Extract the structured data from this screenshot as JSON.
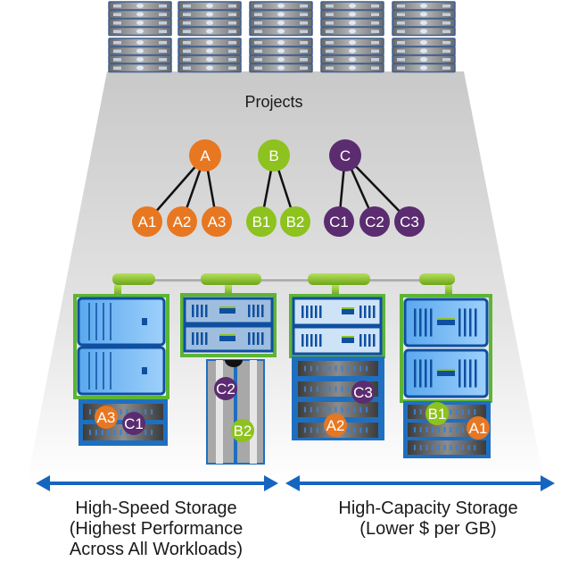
{
  "diagram": {
    "title": "Projects",
    "colors": {
      "orange": "#E87722",
      "green": "#8DC21F",
      "purple": "#5B2C6F",
      "storage_blue": "#1F6FC0",
      "storage_border": "#5DB534",
      "arrow_blue": "#1565C0",
      "server_blue": "#4A6A9A"
    },
    "server_racks_top": {
      "columns": 5,
      "stacks_per_column": 2,
      "units_per_stack": 4
    },
    "projects": [
      {
        "id": "A",
        "color": "orange",
        "children": [
          "A1",
          "A2",
          "A3"
        ]
      },
      {
        "id": "B",
        "color": "green",
        "children": [
          "B1",
          "B2"
        ]
      },
      {
        "id": "C",
        "color": "purple",
        "children": [
          "C1",
          "C2",
          "C3"
        ]
      }
    ],
    "storage_systems": [
      {
        "name": "storage-1",
        "tier": "high-speed",
        "placed": [
          {
            "label": "A3",
            "color": "orange"
          },
          {
            "label": "C1",
            "color": "purple"
          }
        ]
      },
      {
        "name": "storage-2",
        "tier": "high-speed",
        "placed": [
          {
            "label": "C2",
            "color": "purple"
          },
          {
            "label": "B2",
            "color": "green"
          }
        ]
      },
      {
        "name": "storage-3",
        "tier": "high-capacity",
        "placed": [
          {
            "label": "C3",
            "color": "purple"
          },
          {
            "label": "A2",
            "color": "orange"
          }
        ]
      },
      {
        "name": "storage-4",
        "tier": "high-capacity",
        "placed": [
          {
            "label": "B1",
            "color": "green"
          },
          {
            "label": "A1",
            "color": "orange"
          }
        ]
      }
    ],
    "tiers": {
      "high_speed": {
        "line1": "High-Speed Storage",
        "line2": "(Highest Performance",
        "line3": "Across All Workloads)"
      },
      "high_capacity": {
        "line1": "High-Capacity Storage",
        "line2": "(Lower $ per GB)"
      }
    }
  }
}
